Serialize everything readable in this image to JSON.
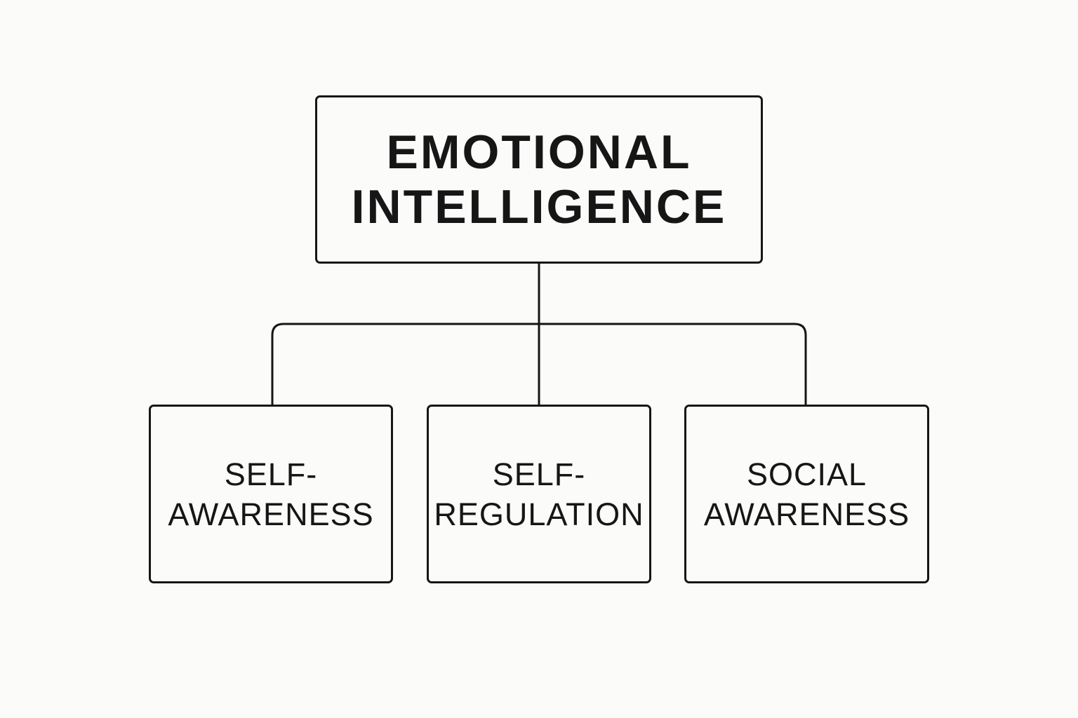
{
  "root": {
    "line1": "EMOTIONAL",
    "line2": "INTELLIGENCE"
  },
  "children": [
    {
      "line1": "SELF-",
      "line2": "AWARENESS"
    },
    {
      "line1": "SELF-",
      "line2": "REGULATION"
    },
    {
      "line1": "SOCIAL",
      "line2": "AWARENESS"
    }
  ],
  "colors": {
    "stroke": "#161616",
    "background": "#fbfbf9"
  }
}
